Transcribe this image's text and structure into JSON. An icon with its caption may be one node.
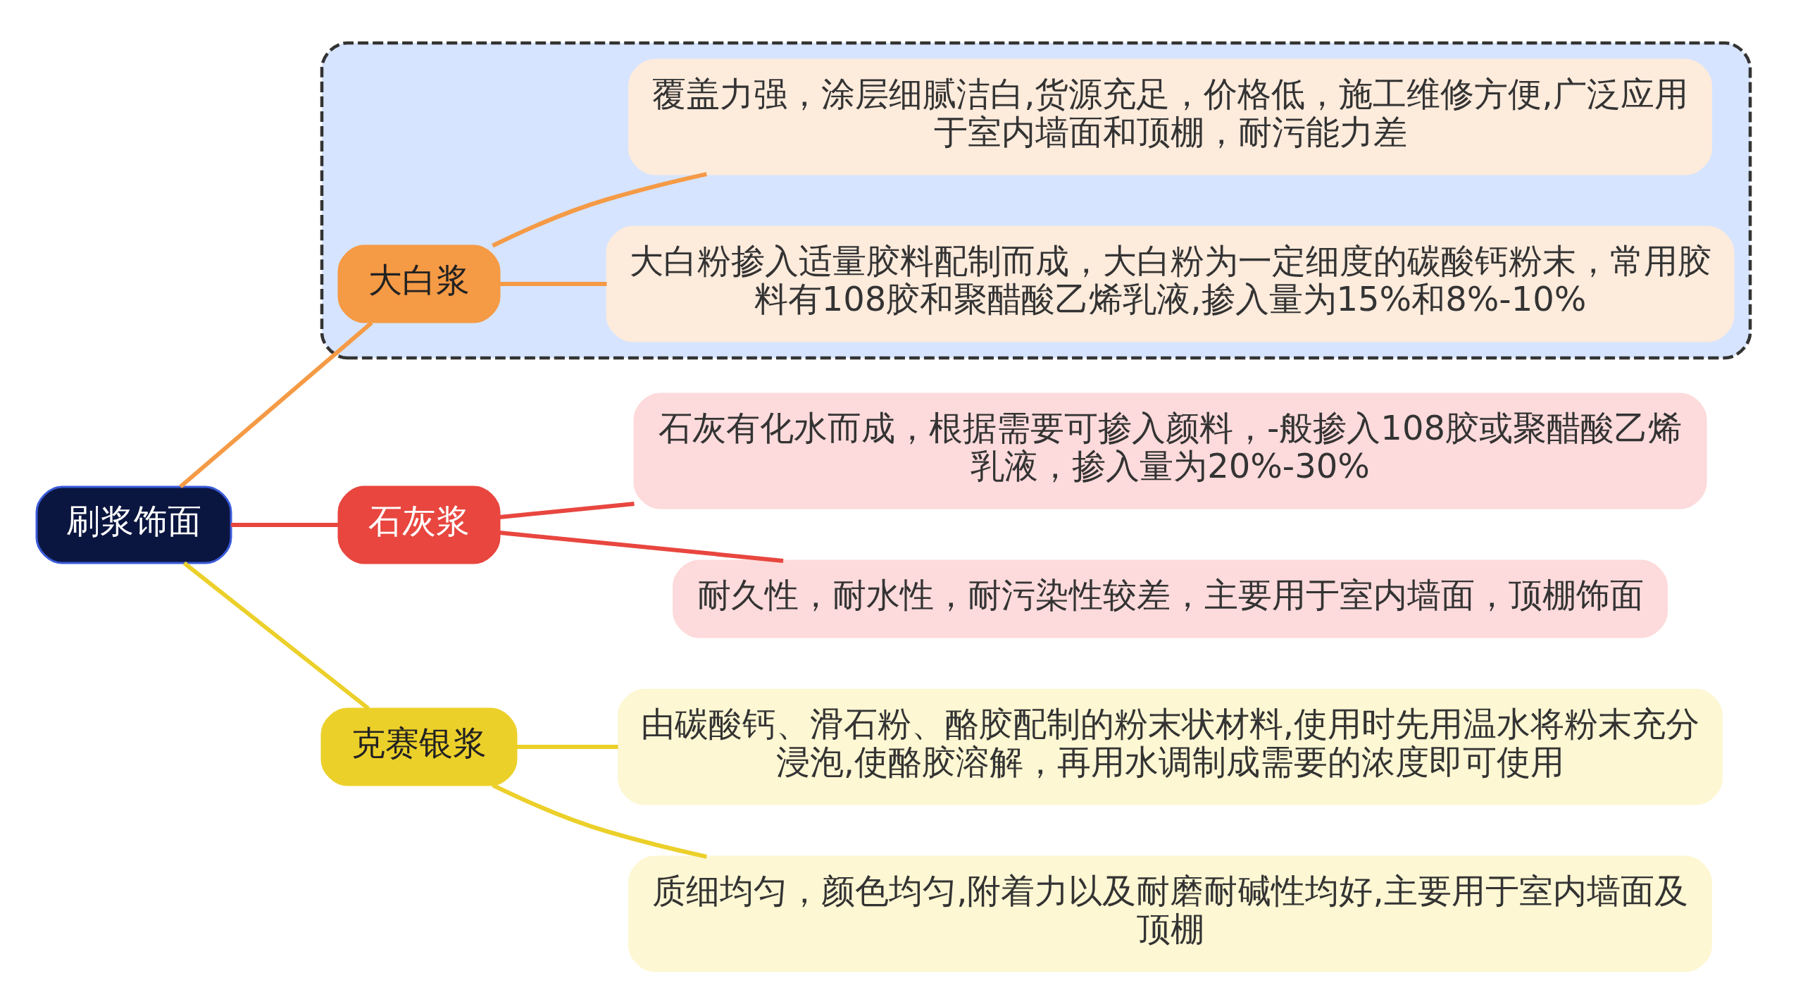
{
  "diagram": {
    "nodes": [
      {
        "text": [
          "刷浆饰面"
        ]
      },
      {
        "text": [
          "石灰浆"
        ]
      },
      {
        "text": [
          "石灰有化水而成，根据需要可掺入颜料，-般掺入108胶或聚醋酸乙烯乳液，掺入量为20%-30%"
        ]
      },
      {
        "text": [
          "耐久性，耐水性，耐污染性较差，主要用于室内墙面，顶棚饰面"
        ]
      },
      {
        "text": [],
        "shape": "box"
      },
      {
        "text": [
          "大白浆"
        ],
        "in": 4
      },
      {
        "text": [
          "大白粉掺入适量胶料配制而成，大白粉为一定细度的碳酸钙粉末，常用胶料有108胶和聚醋酸乙烯乳液,掺入量为15%和8%-10%"
        ],
        "in": 4
      },
      {
        "text": [
          "覆盖力强，涂层细腻洁白,货源充足，价格低，施工维修方便,广泛应用于室内墙面和顶棚，耐污能力差"
        ],
        "in": 4
      },
      {
        "text": [
          "克赛银浆"
        ]
      },
      {
        "text": [
          "由碳酸钙、滑石粉、酪胶配制的粉末状材料,使用时先用温水将粉末充分浸泡,使酪胶溶解，再用水调制成需要的浓度即可使用"
        ]
      },
      {
        "text": [
          "质细均匀，颜色均匀,附着力以及耐磨耐碱性均好,主要用于室内墙面及顶棚"
        ]
      }
    ],
    "edges": [
      {
        "from": 0,
        "to": 1,
        "arrow": "none",
        "color": "#e8463f"
      },
      {
        "from": 1,
        "to": 2,
        "arrow": "none",
        "color": "#e8463f"
      },
      {
        "from": 1,
        "to": 3,
        "arrow": "none",
        "color": "#e8463f"
      },
      {
        "from": 0,
        "to": 5,
        "arrow": "none",
        "color": "#f59a45"
      },
      {
        "from": 5,
        "to": 6,
        "arrow": "none",
        "color": "#f59a45"
      },
      {
        "from": 5,
        "to": 7,
        "arrow": "none",
        "color": "#f59a45"
      },
      {
        "from": 0,
        "to": 8,
        "arrow": "none",
        "color": "#ecd02a"
      },
      {
        "from": 8,
        "to": 9,
        "arrow": "none",
        "color": "#ecd02a"
      },
      {
        "from": 8,
        "to": 10,
        "arrow": "none",
        "color": "#ecd02a"
      }
    ]
  }
}
